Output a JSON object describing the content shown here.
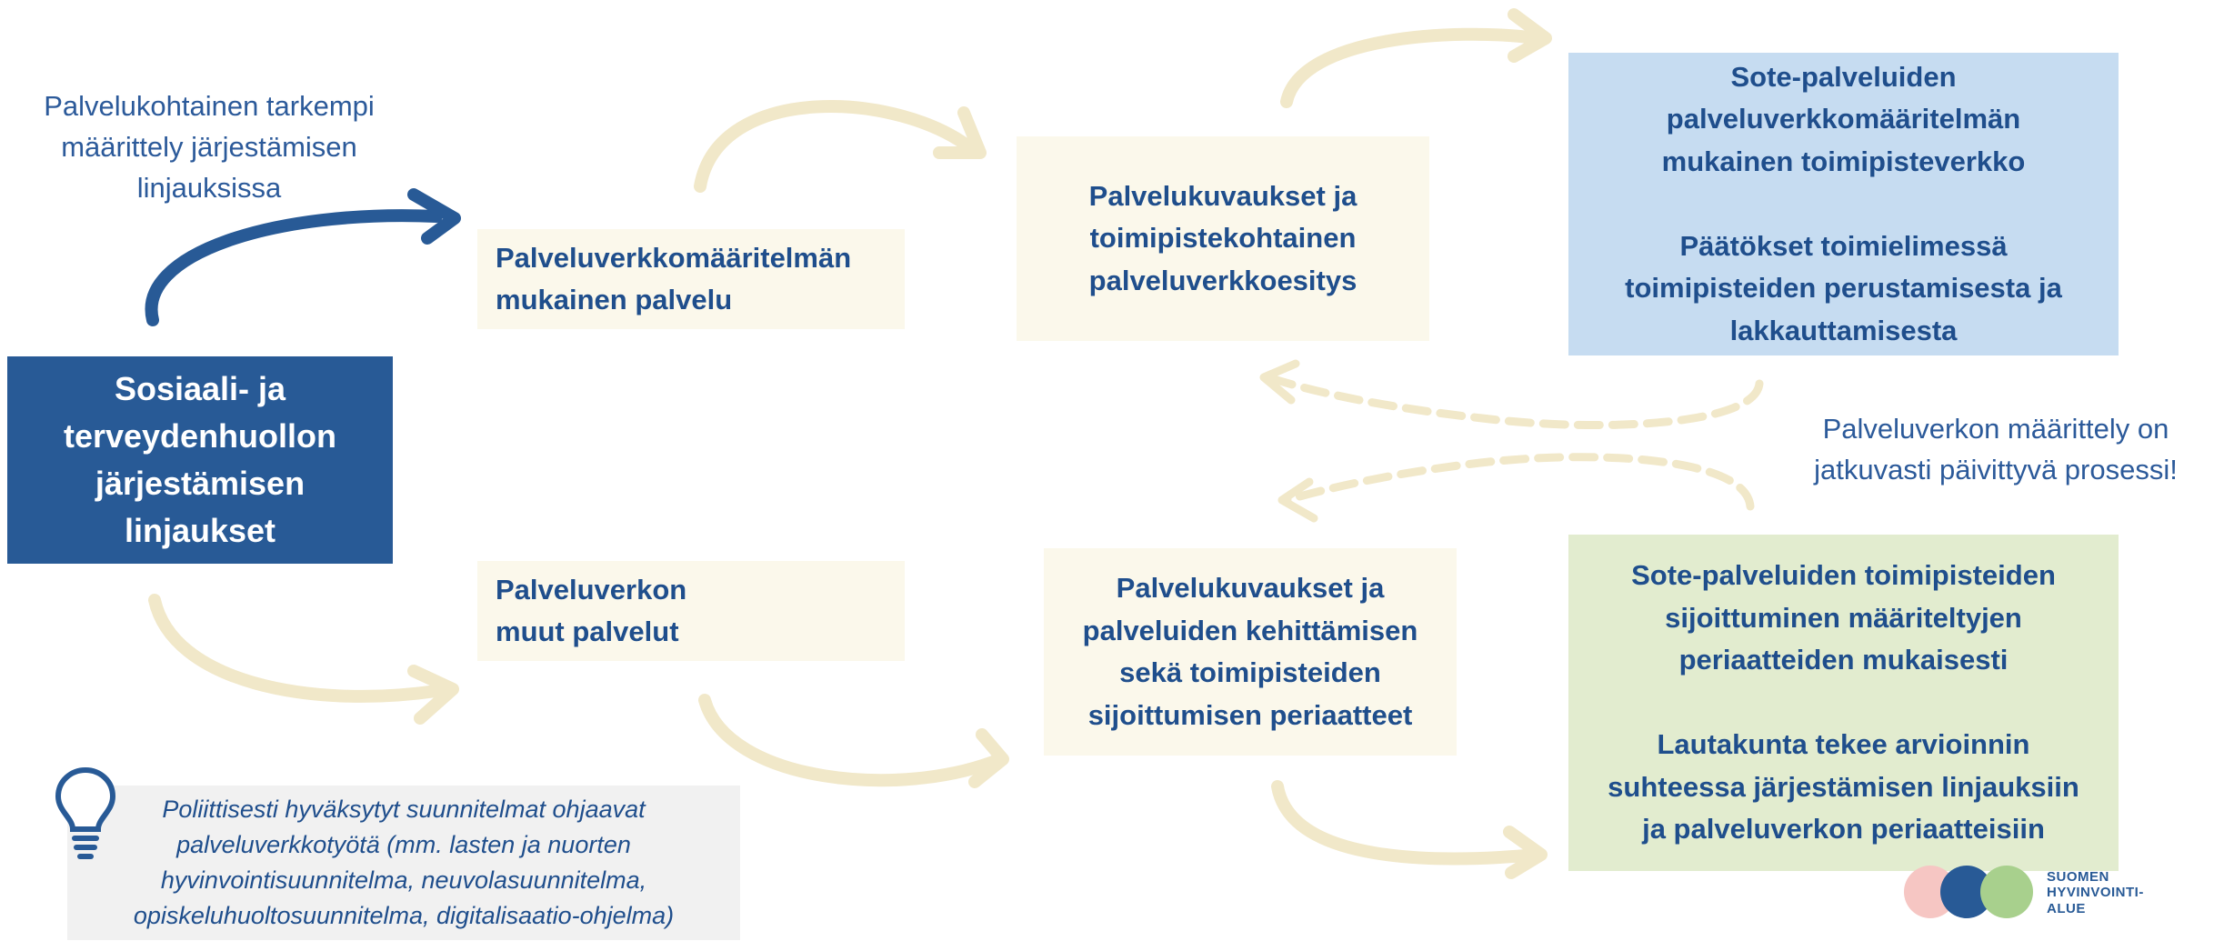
{
  "colors": {
    "dark_blue": "#285a96",
    "text_blue": "#1f4e8c",
    "cream": "#fbf8eb",
    "light_blue": "#c6dcf1",
    "light_green": "#e2eccf",
    "arrow_beige": "#f1e8c9",
    "note_gray": "#f1f1f1"
  },
  "main_box": {
    "text": "Sosiaali- ja\nterveydenhuollon\njärjestämisen\nlinjaukset"
  },
  "top_note": {
    "text": "Palvelukohtainen tarkempi\nmäärittely järjestämisen\nlinjauksissa"
  },
  "upper": {
    "service_box": "Palveluverkkomääritelmän\nmukainen palvelu",
    "description_box": "Palvelukuvaukset ja\ntoimipistekohtainen\npalveluverkkoesitys",
    "result_box": "Sote-palveluiden\npalveluverkkomääritelmän\nmukainen toimipisteverkko\n\nPäätökset toimielimessä\ntoimipisteiden perustamisesta ja\nlakkauttamisesta"
  },
  "lower": {
    "service_box": "Palveluverkon\nmuut palvelut",
    "description_box": "Palvelukuvaukset ja\npalveluiden kehittämisen\nsekä toimipisteiden\nsijoittumisen periaatteet",
    "result_box": "Sote-palveluiden toimipisteiden\nsijoittuminen määriteltyjen\nperiaatteiden mukaisesti\n\nLautakunta tekee arvioinnin\nsuhteessa järjestämisen linjauksiin\nja palveluverkon periaatteisiin"
  },
  "process_note": {
    "text": "Palveluverkon määrittely on\njatkuvasti päivittyvä prosessi!"
  },
  "tip": {
    "icon": "lightbulb-icon",
    "text": "Poliittisesti hyväksytyt suunnitelmat ohjaavat\npalveluverkkotyötä (mm. lasten ja nuorten\nhyvinvointisuunnitelma, neuvolasuunnitelma,\nopiskeluhuoltosuunnitelma, digitalisaatio-ohjelma)"
  },
  "logo": {
    "line1": "SUOMEN",
    "line2": "HYVINVOINTI-",
    "line3": "ALUE"
  }
}
